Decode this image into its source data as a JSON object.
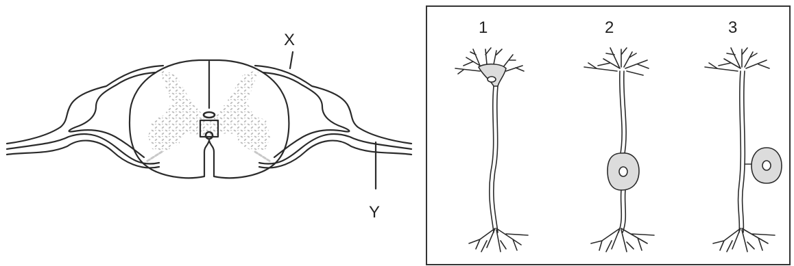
{
  "spinal_cord": {
    "labels": {
      "x": "X",
      "y": "Y"
    }
  },
  "neurons": {
    "labels": [
      "1",
      "2",
      "3"
    ]
  },
  "colors": {
    "line": "#2b2b2b",
    "grey_matter": "#c8c8c8",
    "cell_body_fill": "#dcdcdc",
    "frame": "#333333"
  },
  "icons": [
    "spinal-cord-cross-section-diagram",
    "multipolar-neuron",
    "bipolar-neuron",
    "unipolar-neuron"
  ]
}
